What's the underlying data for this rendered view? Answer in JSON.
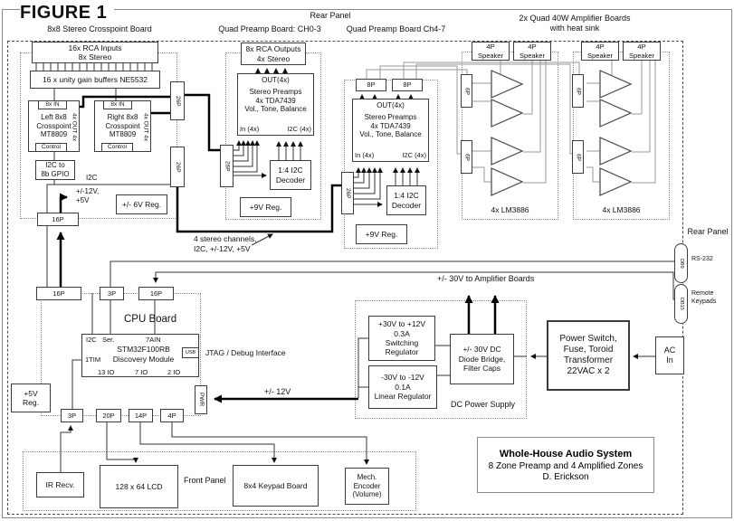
{
  "figure_title": "FIGURE 1",
  "rear_panel_top": "Rear Panel",
  "rear_panel_right": "Rear Panel",
  "front_panel": "Front Panel",
  "crosspoint": {
    "title": "8x8 Stereo Crosspoint Board",
    "rca_inputs": "16x RCA Inputs\n8x Stereo",
    "buffers": "16 x unity gain buffers NE5532",
    "in_label": "8x IN",
    "left": "Left 8x8\nCrosspoint\nMT8809",
    "right": "Right 8x8\nCrosspoint\nMT8809",
    "control": "Control",
    "out_label": "4x OUT 4x",
    "gpio": "I2C to\n8b GPIO",
    "i2c": "I2C",
    "power_note": "+/-12V,\n+5V",
    "reg6": "+/- 6V Reg."
  },
  "preamp03": {
    "title": "Quad Preamp Board: CH0-3",
    "rca_outputs": "8x RCA Outputs\n4x Stereo",
    "out": "OUT(4x)",
    "core": "Stereo Preamps\n4x TDA7439\nVol., Tone, Balance",
    "in": "In (4x)",
    "i2c": "I2C (4x)",
    "decoder": "1:4 I2C\nDecoder",
    "reg9": "+9V Reg."
  },
  "preamp47": {
    "title": "Quad Preamp Board Ch4-7",
    "out": "OUT(4x)",
    "core": "Stereo Preamps\n4x TDA7439\nVol., Tone, Balance",
    "in": "In (4x)",
    "i2c": "I2C (4x)",
    "decoder": "1:4 I2C\nDecoder",
    "reg9": "+9V Reg."
  },
  "amps": {
    "title": "2x Quad 40W Amplifier Boards\nwith heat sink",
    "speaker": "4P\nSpeaker",
    "chip": "4x LM3886"
  },
  "cpu": {
    "title": "CPU Board",
    "mcu": "STM32F100RB\nDiscovery Module",
    "pin_i2c": "I2C",
    "pin_ser": "Ser.",
    "pin_ain": "7AIN",
    "pin_tim": "1TIM",
    "pin_io13": "13 IO",
    "pin_io7": "7 IO",
    "pin_io2": "2 IO",
    "usb": "USB",
    "jtag": "JTAG / Debug Interface",
    "reg5": "+5V\nReg."
  },
  "power": {
    "dc_title": "DC Power Supply",
    "switching": "+30V to +12V\n0.3A\nSwitching\nRegulator",
    "linear": "-30V to -12V\n0.1A\nLinear Regulator",
    "bridge": "+/- 30V DC\nDiode Bridge,\nFilter Caps",
    "to_amps": "+/- 30V to Amplifier Boards",
    "v12": "+/- 12V",
    "transformer": "Power Switch,\nFuse, Toroid\nTransformer\n22VAC x 2",
    "ac_in": "AC\nIn"
  },
  "front": {
    "ir": "IR Recv.",
    "lcd": "128 x 64 LCD",
    "keypad": "8x4 Keypad Board",
    "encoder": "Mech.\nEncoder\n(Volume)"
  },
  "rear_io": {
    "rs232": "RS-232",
    "keypads": "Remote\nKeypads"
  },
  "connectors": {
    "p26": "26P",
    "p16": "16P",
    "p8": "8P",
    "p6": "6P",
    "p4": "4P",
    "p3": "3P",
    "p20": "20P",
    "p14": "14P",
    "pwr": "PWR",
    "db9": "DB9",
    "db15": "DB15"
  },
  "notes": {
    "bus": "4 stereo channels,\nI2C, +/-12V, +5V"
  },
  "title_block": {
    "line1": "Whole-House Audio System",
    "line2": "8 Zone Preamp and 4 Amplified Zones",
    "line3": "D. Erickson"
  }
}
